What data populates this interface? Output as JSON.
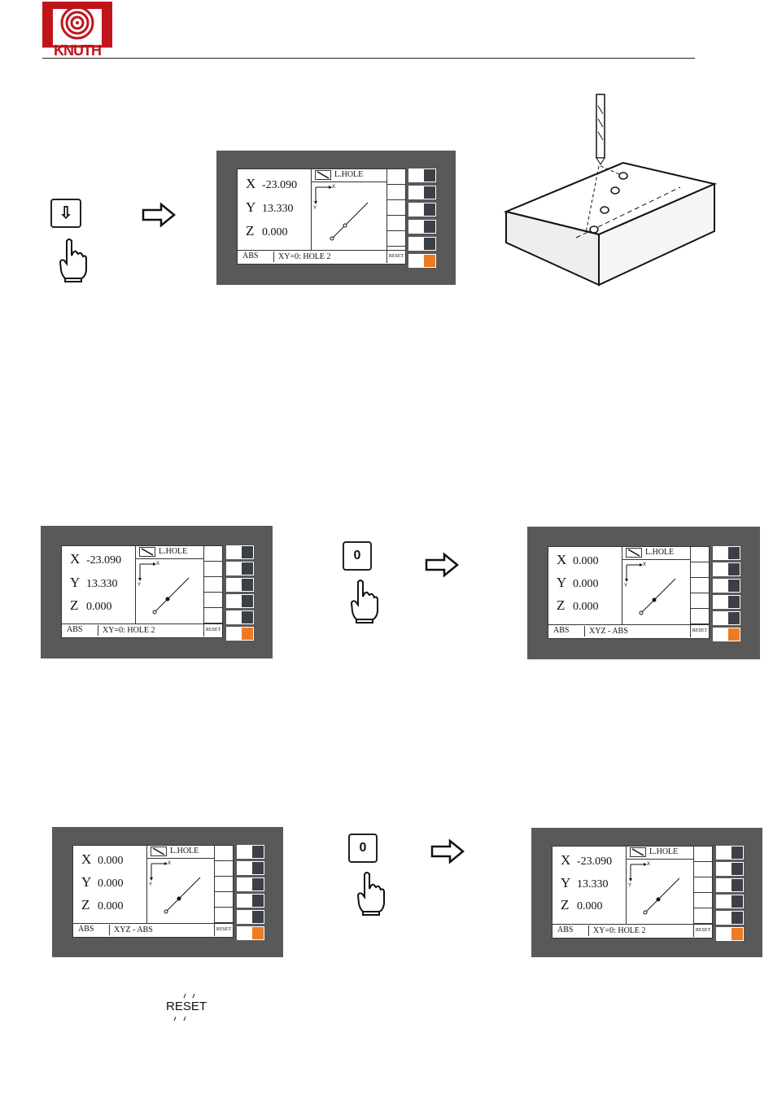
{
  "header": {
    "brand": "KNUTH"
  },
  "panels": {
    "p1": {
      "x": "X -23.090",
      "x_axis": "X",
      "x_val": "-23.090",
      "y_axis": "Y",
      "y_val": "13.330",
      "z_axis": "Z",
      "z_val": "0.000",
      "mode": "L.HOLE",
      "status_left": "ABS",
      "status_msg": "XY=0: HOLE 2",
      "reset": "RESET"
    },
    "p2": {
      "x_axis": "X",
      "x_val": "-23.090",
      "y_axis": "Y",
      "y_val": "13.330",
      "z_axis": "Z",
      "z_val": "0.000",
      "mode": "L.HOLE",
      "status_left": "ABS",
      "status_msg": "XY=0: HOLE 2",
      "reset": "RESET"
    },
    "p3": {
      "x_axis": "X",
      "x_val": "0.000",
      "y_axis": "Y",
      "y_val": "0.000",
      "z_axis": "Z",
      "z_val": "0.000",
      "mode": "L.HOLE",
      "status_left": "ABS",
      "status_msg": "XYZ - ABS",
      "reset": "RESET"
    },
    "p4": {
      "x_axis": "X",
      "x_val": "0.000",
      "y_axis": "Y",
      "y_val": "0.000",
      "z_axis": "Z",
      "z_val": "0.000",
      "mode": "L.HOLE",
      "status_left": "ABS",
      "status_msg": "XYZ - ABS",
      "reset": "RESET"
    },
    "p5": {
      "x_axis": "X",
      "x_val": "-23.090",
      "y_axis": "Y",
      "y_val": "13.330",
      "z_axis": "Z",
      "z_val": "0.000",
      "mode": "L.HOLE",
      "status_left": "ABS",
      "status_msg": "XY=0: HOLE 2",
      "reset": "RESET"
    }
  },
  "graph_axes": {
    "x": "X",
    "y": "Y"
  },
  "keys": {
    "down_arrow": "⇩",
    "zero_1": "0",
    "zero_2": "0"
  },
  "icons": {
    "pointing_hand": "hand-pointer-icon",
    "arrow_right": "arrow-right-outline-icon"
  },
  "colors": {
    "panel_bezel": "#595959",
    "softkey_dark": "#3b3f46",
    "softkey_active": "#ee7a21",
    "logo_red": "#c0141b"
  },
  "footer": {
    "reset_label": "RESET"
  }
}
